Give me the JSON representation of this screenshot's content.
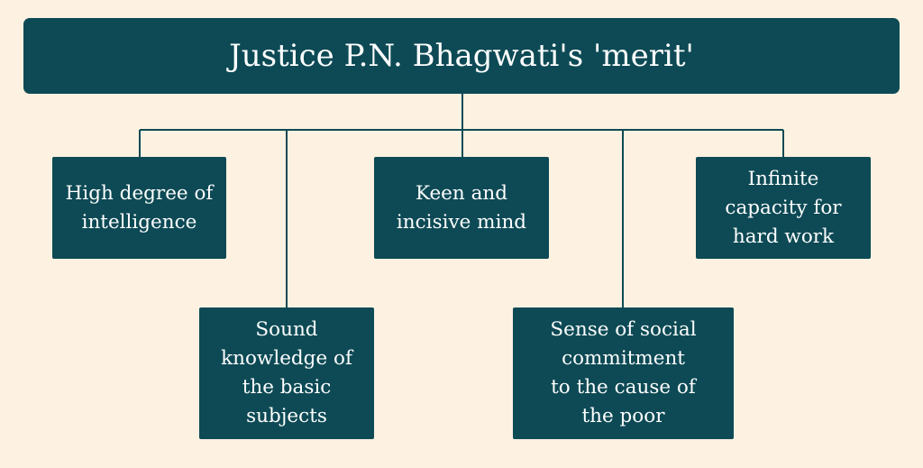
{
  "diagram": {
    "title": "Justice P.N. Bhagwati's 'merit'",
    "nodes": [
      {
        "id": "intelligence",
        "lines": [
          "High degree of",
          "intelligence"
        ]
      },
      {
        "id": "knowledge",
        "lines": [
          "Sound",
          "knowledge of",
          "the basic",
          "subjects"
        ]
      },
      {
        "id": "keen",
        "lines": [
          "Keen and",
          "incisive mind"
        ]
      },
      {
        "id": "social",
        "lines": [
          "Sense of social",
          "commitment",
          "to the cause of",
          "the poor"
        ]
      },
      {
        "id": "hardwork",
        "lines": [
          "Infinite",
          "capacity for",
          "hard work"
        ]
      }
    ]
  },
  "colors": {
    "box_fill": "#0d4a55",
    "background": "#fdf1e1",
    "text": "#ffffff",
    "connector": "#0d4a55"
  }
}
